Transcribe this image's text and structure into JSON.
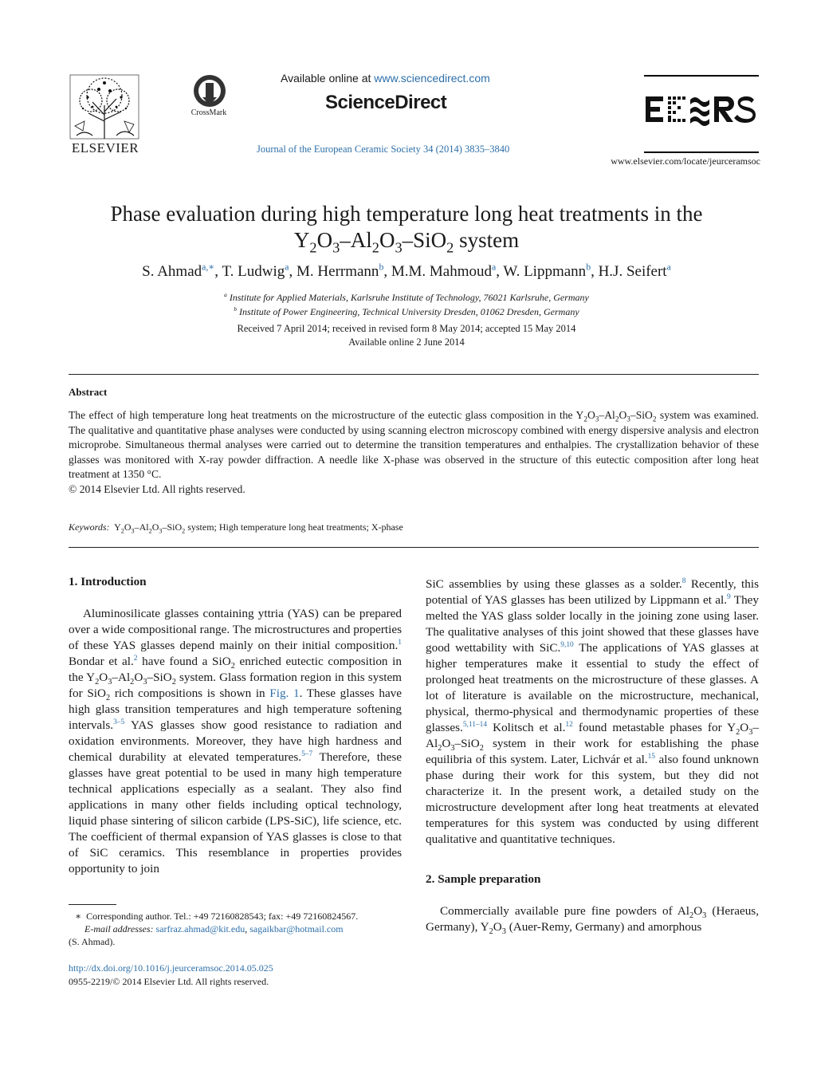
{
  "header": {
    "publisher": "ELSEVIER",
    "crossmark": "CrossMark",
    "available_prefix": "Available online at ",
    "available_link": "www.sciencedirect.com",
    "sciencedirect": "ScienceDirect",
    "journal": "Journal of the European Ceramic Society 34 (2014) 3835–3840",
    "journal_logo": "ECERS",
    "journal_url": "www.elsevier.com/locate/jeurceramsoc"
  },
  "title": {
    "line1": "Phase evaluation during high temperature long heat treatments in the",
    "line2": "Y2O3–Al2O3–SiO2 system"
  },
  "authors": [
    {
      "name": "S. Ahmad",
      "sup": "a,∗"
    },
    {
      "name": "T. Ludwig",
      "sup": "a"
    },
    {
      "name": "M. Herrmann",
      "sup": "b"
    },
    {
      "name": "M.M. Mahmoud",
      "sup": "a"
    },
    {
      "name": "W. Lippmann",
      "sup": "b"
    },
    {
      "name": "H.J. Seifert",
      "sup": "a"
    }
  ],
  "affiliations": [
    {
      "mark": "a",
      "text": "Institute for Applied Materials, Karlsruhe Institute of Technology, 76021 Karlsruhe, Germany"
    },
    {
      "mark": "b",
      "text": "Institute of Power Engineering, Technical University Dresden, 01062 Dresden, Germany"
    }
  ],
  "dates": {
    "received": "Received 7 April 2014; received in revised form 8 May 2014; accepted 15 May 2014",
    "online": "Available online 2 June 2014"
  },
  "abstract": {
    "heading": "Abstract",
    "p1": "The effect of high temperature long heat treatments on the microstructure of the eutectic glass composition in the",
    "formula": "Y2O3–Al2O3–SiO2",
    "p2": "system was examined. The qualitative and quantitative phase analyses were conducted by using scanning electron microscopy combined with energy dispersive analysis and electron microprobe. Simultaneous thermal analyses were carried out to determine the transition temperatures and enthalpies. The crystallization behavior of these glasses was monitored with X-ray powder diffraction. A needle like X-phase was observed in the structure of this eutectic composition after long heat treatment at 1350 °C.",
    "copyright": "© 2014 Elsevier Ltd. All rights reserved."
  },
  "keywords": {
    "label": "Keywords:",
    "text": "system; High temperature long heat treatments; X-phase"
  },
  "sections": {
    "intro_heading": "1.  Introduction",
    "sample_heading": "2.  Sample preparation"
  },
  "footnote": {
    "corr": "Corresponding author. Tel.: +49 72160828543; fax: +49 72160824567.",
    "email_label": "E-mail addresses:",
    "email1": "sarfraz.ahmad@kit.edu",
    "email2": "sagaikbar@hotmail.com",
    "who": "(S. Ahmad).",
    "doi": "http://dx.doi.org/10.1016/j.jeurceramsoc.2014.05.025",
    "issn": "0955-2219/© 2014 Elsevier Ltd. All rights reserved."
  }
}
